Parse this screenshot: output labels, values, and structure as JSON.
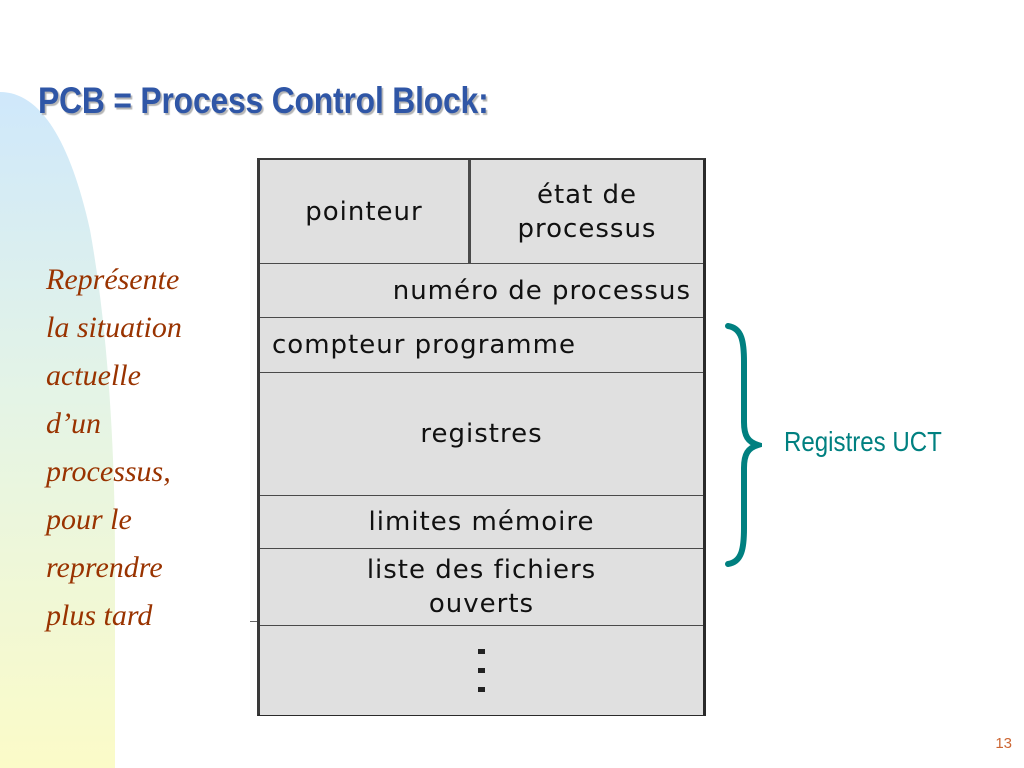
{
  "slide": {
    "title": "PCB = Process Control Block:",
    "page_number": "13"
  },
  "description": {
    "lines": [
      "Représente",
      "la situation",
      "actuelle",
      "d’un",
      "processus,",
      "pour le",
      "reprendre",
      "plus tard"
    ]
  },
  "pcb": {
    "pointer_label": "pointeur",
    "state_label_line1": "état de",
    "state_label_line2": "processus",
    "process_number_label": "numéro de processus",
    "program_counter_label": "compteur programme",
    "registers_label": "registres",
    "memory_limits_label": "limites mémoire",
    "open_files_line1": "liste des fichiers",
    "open_files_line2": "ouverts"
  },
  "brace": {
    "label": "Registres UCT"
  },
  "colors": {
    "title": "#2f56a6",
    "description": "#993300",
    "brace": "#008080",
    "page_number": "#cc6633",
    "table_fill": "#e0e0e0"
  }
}
